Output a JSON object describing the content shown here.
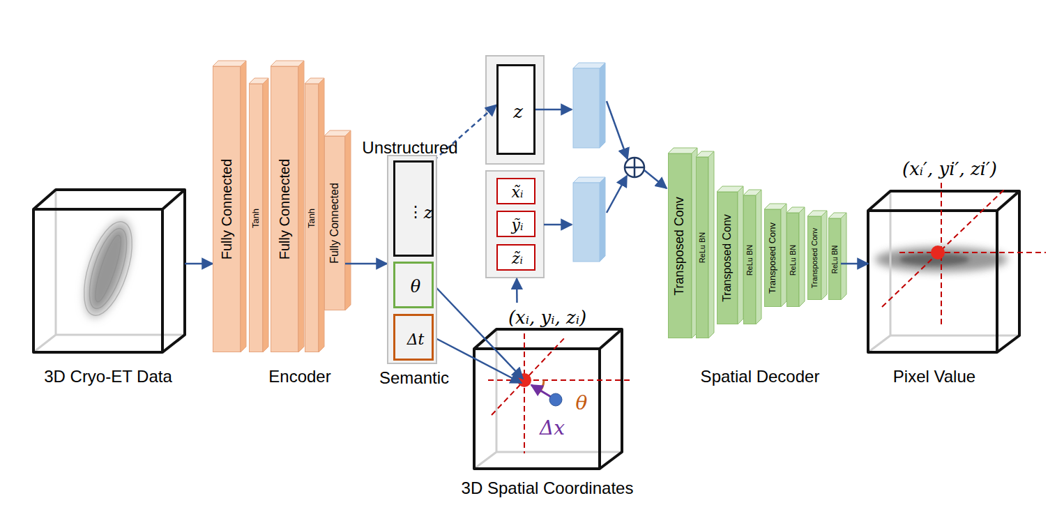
{
  "diagram": {
    "nodes": [
      {
        "text": [
          "3D Cryo-ET Data"
        ]
      },
      {
        "text": [
          "Fully Connected"
        ]
      },
      {
        "text": [
          "Tanh"
        ]
      },
      {
        "text": [
          "Fully Connected"
        ]
      },
      {
        "text": [
          "Tanh"
        ]
      },
      {
        "text": [
          "Fully Connected"
        ]
      },
      {
        "text": [
          "Semantic"
        ]
      },
      {
        "text": [
          "Unstructured",
          "⋮",
          "z"
        ],
        "in": 6
      },
      {
        "text": [
          "θ"
        ],
        "in": 6
      },
      {
        "text": [
          "Δt"
        ],
        "in": 6
      },
      {
        "text": [
          "z"
        ]
      },
      {
        "text": [
          "x̃ᵢ"
        ]
      },
      {
        "text": [
          "ỹᵢ"
        ]
      },
      {
        "text": [
          "z̃ᵢ"
        ]
      },
      {
        "text": [
          "3D Spatial Coordinates"
        ]
      },
      {
        "text": [
          "Transposed Conv"
        ]
      },
      {
        "text": [
          "ReLu BN"
        ]
      },
      {
        "text": [
          "Transposed Conv"
        ]
      },
      {
        "text": [
          "ReLu BN"
        ]
      },
      {
        "text": [
          "Transposed Conv"
        ]
      },
      {
        "text": [
          "ReLu BN"
        ]
      },
      {
        "text": [
          "Transposed Conv"
        ]
      },
      {
        "text": [
          "ReLu BN"
        ]
      },
      {
        "text": [
          "Pixel Value"
        ]
      }
    ],
    "edges": [
      {
        "from": 0,
        "to": 1,
        "arrow": "to"
      },
      {
        "from": 5,
        "to": 6,
        "arrow": "to"
      },
      {
        "from": 7,
        "to": 10,
        "arrow": "to"
      },
      {
        "from": 8,
        "to": 14,
        "arrow": "to"
      },
      {
        "from": 9,
        "to": 14,
        "arrow": "to"
      },
      {
        "from": 14,
        "to": 13,
        "arrow": "to"
      },
      {
        "from": 22,
        "to": 23,
        "arrow": "to"
      }
    ],
    "labels": [
      "Encoder",
      "Spatial Decoder",
      "(xᵢ, yᵢ, zᵢ)",
      "Δx",
      "θ",
      "(xᵢ′, yi′, zi′)"
    ]
  }
}
